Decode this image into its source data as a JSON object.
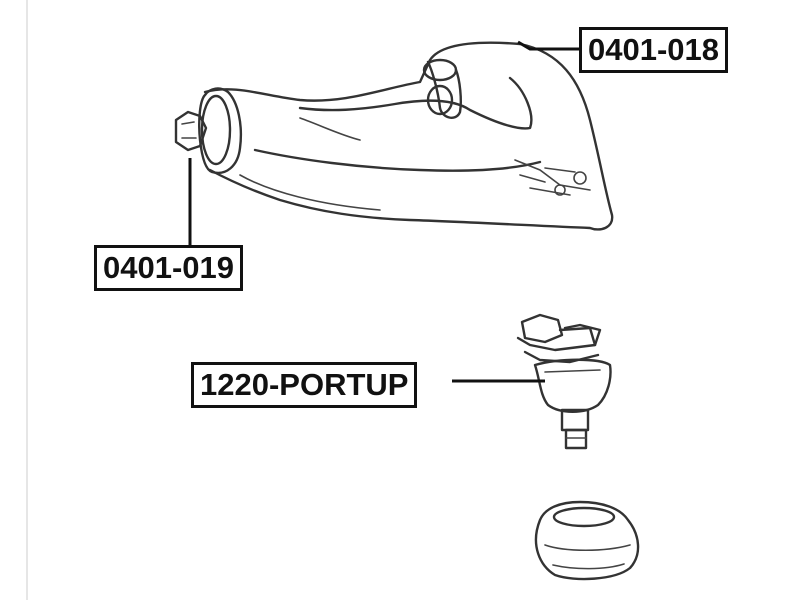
{
  "labels": {
    "upper_arm": "0401-018",
    "bushing": "0401-019",
    "ball_joint": "1220-PORTUP"
  },
  "icons": {
    "upper_control_arm": "control-arm-icon",
    "arm_bushing": "bushing-icon",
    "ball_joint": "ball-joint-icon",
    "dust_boot": "dust-boot-icon"
  },
  "colors": {
    "line": "#111111",
    "drawing": "#333333",
    "background": "#ffffff"
  }
}
